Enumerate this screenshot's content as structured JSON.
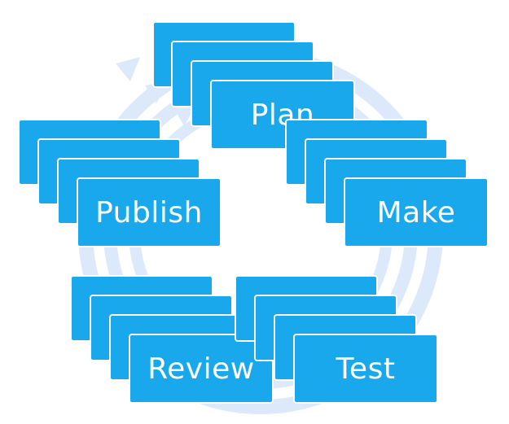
{
  "diagram": {
    "stages": [
      {
        "id": "plan",
        "label": "Plan"
      },
      {
        "id": "make",
        "label": "Make"
      },
      {
        "id": "test",
        "label": "Test"
      },
      {
        "id": "review",
        "label": "Review"
      },
      {
        "id": "publish",
        "label": "Publish"
      }
    ],
    "colors": {
      "card": "#1aa8ec",
      "card_border": "#ffffff",
      "text": "#ffffff",
      "arrow": "#dbe9fb"
    }
  }
}
